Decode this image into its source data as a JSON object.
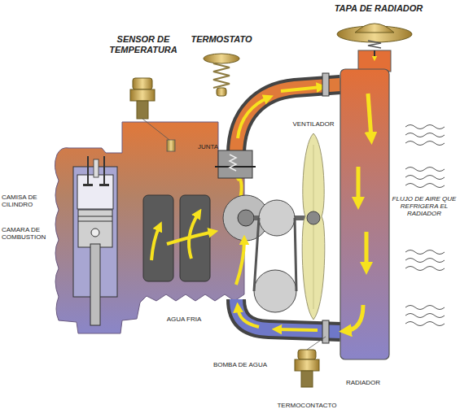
{
  "diagram": {
    "nodes": [
      {
        "text": [
          "VENTILADOR"
        ]
      }
    ],
    "labels": [
      "TAPA DE RADIADOR",
      "SENSOR DE TEMPERATURA",
      "TERMOSTATO",
      "JUNTA",
      "CAMISA DE CILINDRO",
      "CAMARA DE COMBUSTION",
      "FLUJO DE AIRE QUE REFRIGERA EL RADIADOR",
      "AGUA FRIA",
      "BOMBA DE AGUA",
      "RADIADOR",
      "TERMOCONTACTO"
    ]
  }
}
